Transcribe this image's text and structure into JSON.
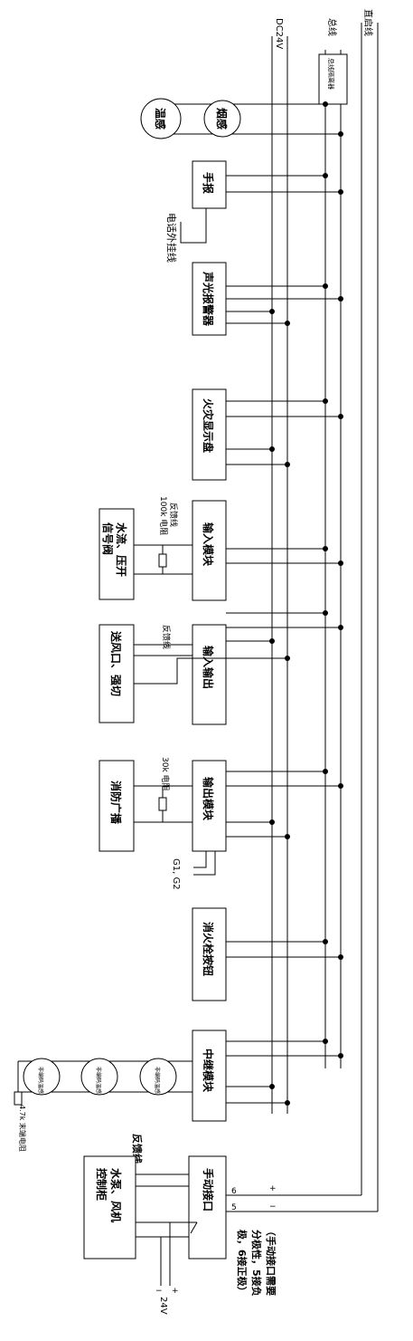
{
  "diagram": {
    "bus_labels": {
      "line_dc24v": "DC24V",
      "line_bus": "总线",
      "line_direct": "直启线",
      "isolator": "总线隔离器"
    },
    "detectors": {
      "heat": "温感",
      "smoke": "烟感"
    },
    "devices": {
      "manual_call": "手报",
      "phone_jack": "电话外挂线",
      "alarm": "声光报警器",
      "fire_display": "火灾显示盘",
      "input_module": "输入模块",
      "water_flow": "水流、压开",
      "signal_valve": "信号阀",
      "feedback_a": "反馈线",
      "res_100k": "100k 电阻",
      "io_module": "输入输出",
      "feedback_b": "反馈线",
      "air_outlet": "送风口、强切",
      "output_module": "输出模块",
      "res_30k": "30k 电阻",
      "broadcast": "消防广播",
      "g_label": "G1, G2",
      "hydrant_button": "消火栓按钮",
      "relay_module": "中继模块",
      "relay_det": "非编码温感",
      "eol_res": "4.7k 末端电阻",
      "manual_interface": "手动接口",
      "feedback_c": "反馈线",
      "pump_fan": "水泵、风机",
      "control_cabinet": "控制柜",
      "plus": "+",
      "minus": "−",
      "pin6": "6",
      "pin5": "5",
      "v24": "24V",
      "note_line1": "（手动接口需要",
      "note_line2": "分极性，5接负",
      "note_line3": "极，6接正极）"
    }
  }
}
